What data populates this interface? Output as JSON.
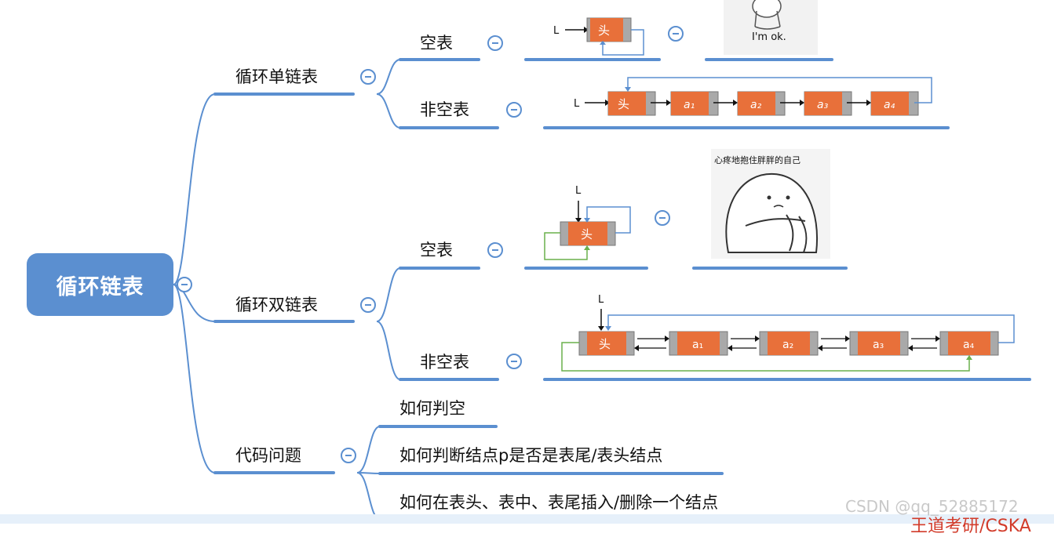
{
  "root": {
    "label": "循环链表"
  },
  "branches": {
    "single": {
      "label": "循环单链表",
      "empty": "空表",
      "nonempty": "非空表"
    },
    "double": {
      "label": "循环双链表",
      "empty": "空表",
      "nonempty": "非空表"
    },
    "code": {
      "label": "代码问题",
      "q1": "如何判空",
      "q2": "如何判断结点p是否是表尾/表头结点",
      "q3": "如何在表头、表中、表尾插入/删除一个结点"
    }
  },
  "diagram": {
    "pointer_label": "L",
    "head_label": "头",
    "single_nodes": [
      "a₁",
      "a₂",
      "a₃",
      "a₄"
    ],
    "double_nodes": [
      "a₁",
      "a₂",
      "a₃",
      "a₄"
    ]
  },
  "memes": {
    "ok_caption": "I'm ok.",
    "hug_caption": "心疼地抱住胖胖的自己"
  },
  "watermark": "CSDN @qq_52885172",
  "corner_text": "王道考研/CSKA",
  "colors": {
    "branch": "#5b8fd0",
    "node_fill": "#e8703a",
    "node_cap": "#a9a9a9",
    "link_blue": "#5b8fd0",
    "link_green": "#6ab04c"
  }
}
